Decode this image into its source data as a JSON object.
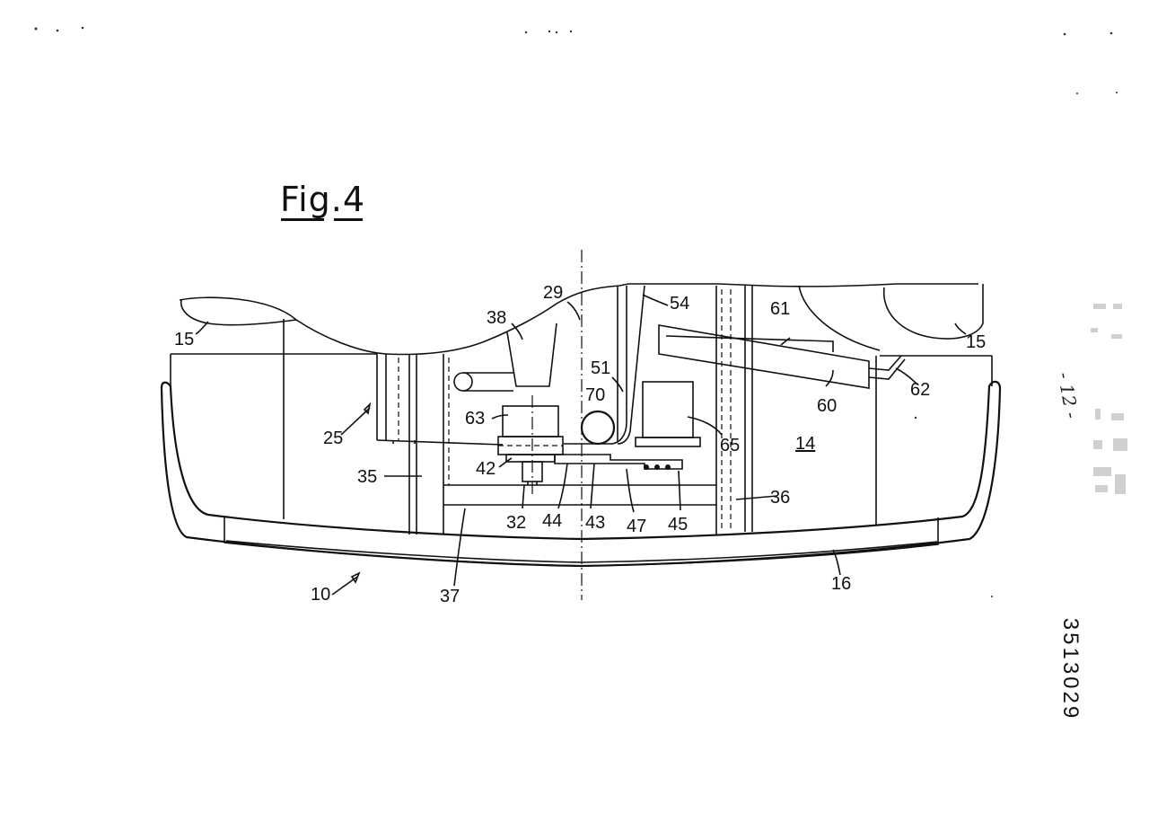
{
  "figure": {
    "title": "Fig.4"
  },
  "labels": {
    "l10": "10",
    "l14": "14",
    "l15_left": "15",
    "l15_right": "15",
    "l16": "16",
    "l25": "25",
    "l29": "29",
    "l32": "32",
    "l35": "35",
    "l36": "36",
    "l37": "37",
    "l38": "38",
    "l42": "42",
    "l43": "43",
    "l44": "44",
    "l45": "45",
    "l47": "47",
    "l51": "51",
    "l54": "54",
    "l60": "60",
    "l61": "61",
    "l62": "62",
    "l63": "63",
    "l65": "65",
    "l70": "70"
  },
  "margin": {
    "patent_number": "3513029",
    "page_mark": "- 12 -"
  }
}
